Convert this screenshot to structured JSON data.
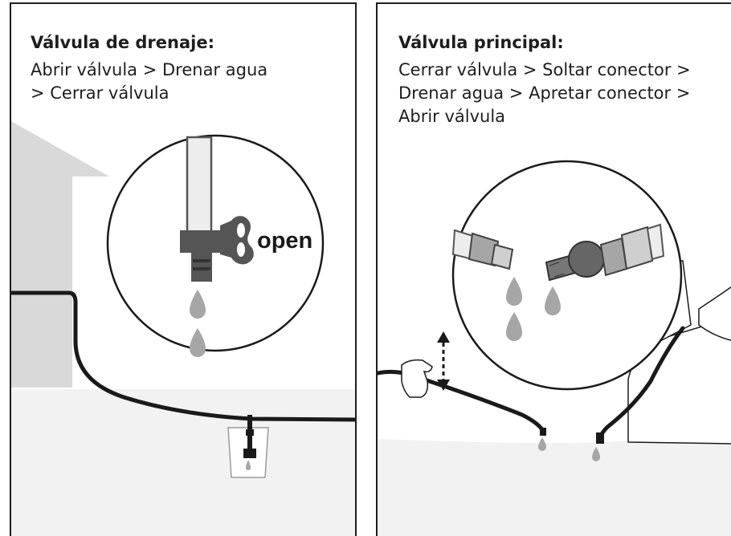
{
  "left_panel": {
    "title": "Válvula de drenaje:",
    "lines": [
      "Abrir válvula > Drenar agua",
      "> Cerrar válvula"
    ],
    "valve_label": "open"
  },
  "right_panel": {
    "title": "Válvula principal:",
    "lines": [
      "Cerrar válvula > Soltar conector >",
      "Drenar agua > Apretar conector >",
      "Abrir válvula"
    ]
  },
  "colors": {
    "border": "#1e1e1e",
    "ground": "#f2f2f2",
    "house": "#d9d9d9",
    "hose": "#1a1a1a",
    "valve": "#555555",
    "water": "#a6a6a6"
  },
  "icons": [
    "house-silhouette",
    "drain-valve",
    "water-drop",
    "hand-icon",
    "vertical-double-arrow",
    "hose-connector"
  ]
}
